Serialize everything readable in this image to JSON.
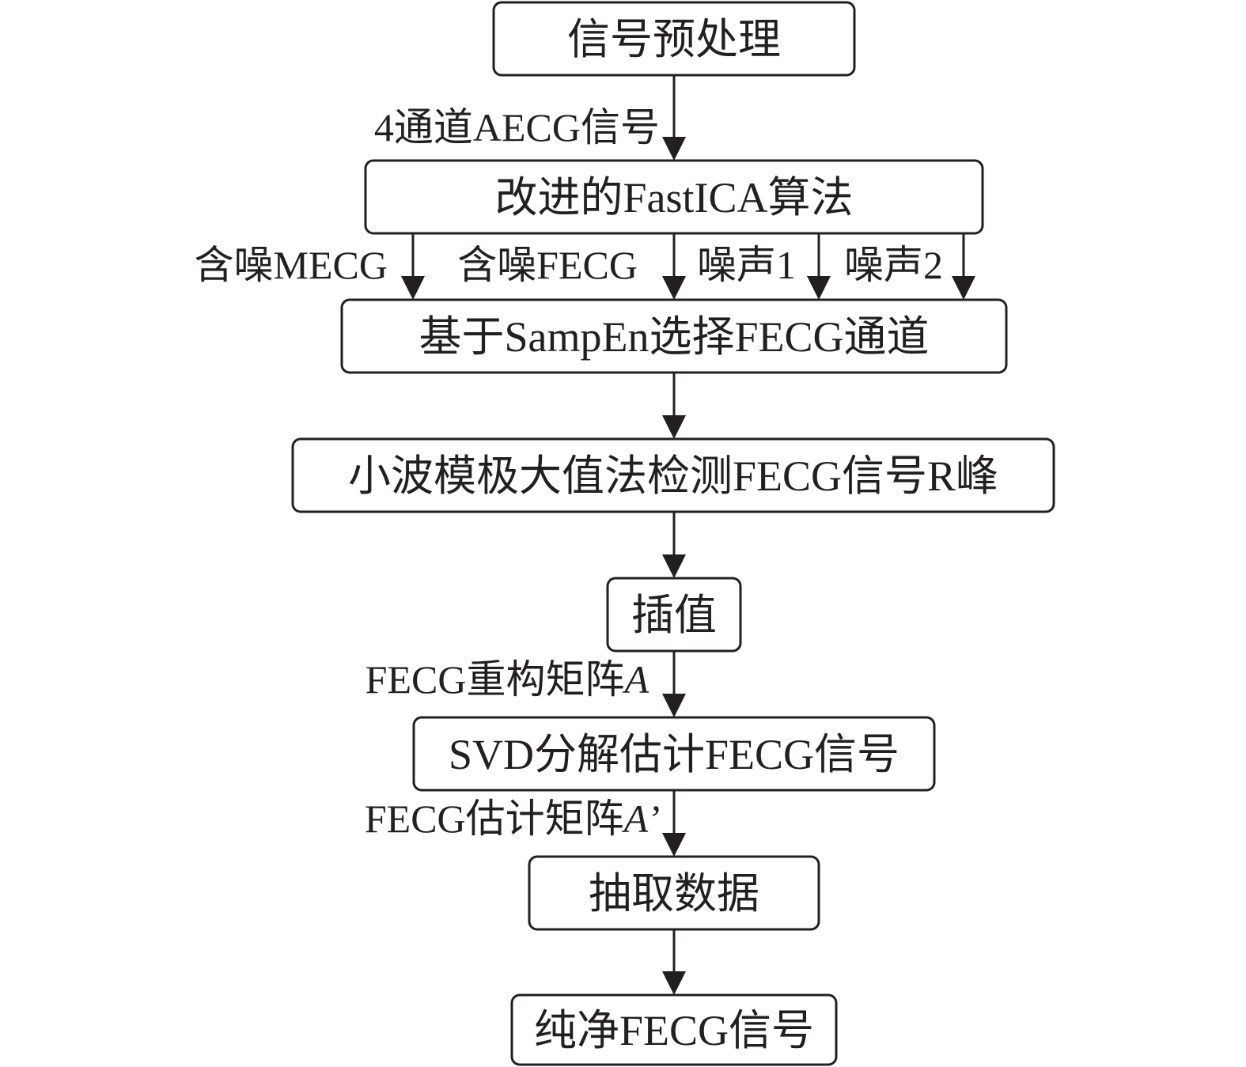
{
  "nodes": [
    {
      "id": "preprocess",
      "label": "信号预处理"
    },
    {
      "id": "fastica",
      "label": "改进的FastICA算法"
    },
    {
      "id": "sampen",
      "label": "基于SampEn选择FECG通道"
    },
    {
      "id": "wavelet",
      "label": "小波模极大值法检测FECG信号R峰"
    },
    {
      "id": "interp",
      "label": "插值"
    },
    {
      "id": "svd",
      "label": "SVD分解估计FECG信号"
    },
    {
      "id": "extract",
      "label": "抽取数据"
    },
    {
      "id": "clean",
      "label": "纯净FECG信号"
    }
  ],
  "edges": [
    {
      "from": "preprocess",
      "to": "fastica",
      "label": "4通道AECG信号"
    },
    {
      "from": "fastica",
      "to": "sampen",
      "label": "含噪MECG"
    },
    {
      "from": "fastica",
      "to": "sampen",
      "label": "含噪FECG"
    },
    {
      "from": "fastica",
      "to": "sampen",
      "label": "噪声1"
    },
    {
      "from": "fastica",
      "to": "sampen",
      "label": "噪声2"
    },
    {
      "from": "sampen",
      "to": "wavelet",
      "label": ""
    },
    {
      "from": "wavelet",
      "to": "interp",
      "label": ""
    },
    {
      "from": "interp",
      "to": "svd",
      "label_prefix": "FECG重构矩阵",
      "label_var": "A"
    },
    {
      "from": "svd",
      "to": "extract",
      "label_prefix": "FECG估计矩阵",
      "label_var": "A’"
    },
    {
      "from": "extract",
      "to": "clean",
      "label": ""
    }
  ]
}
